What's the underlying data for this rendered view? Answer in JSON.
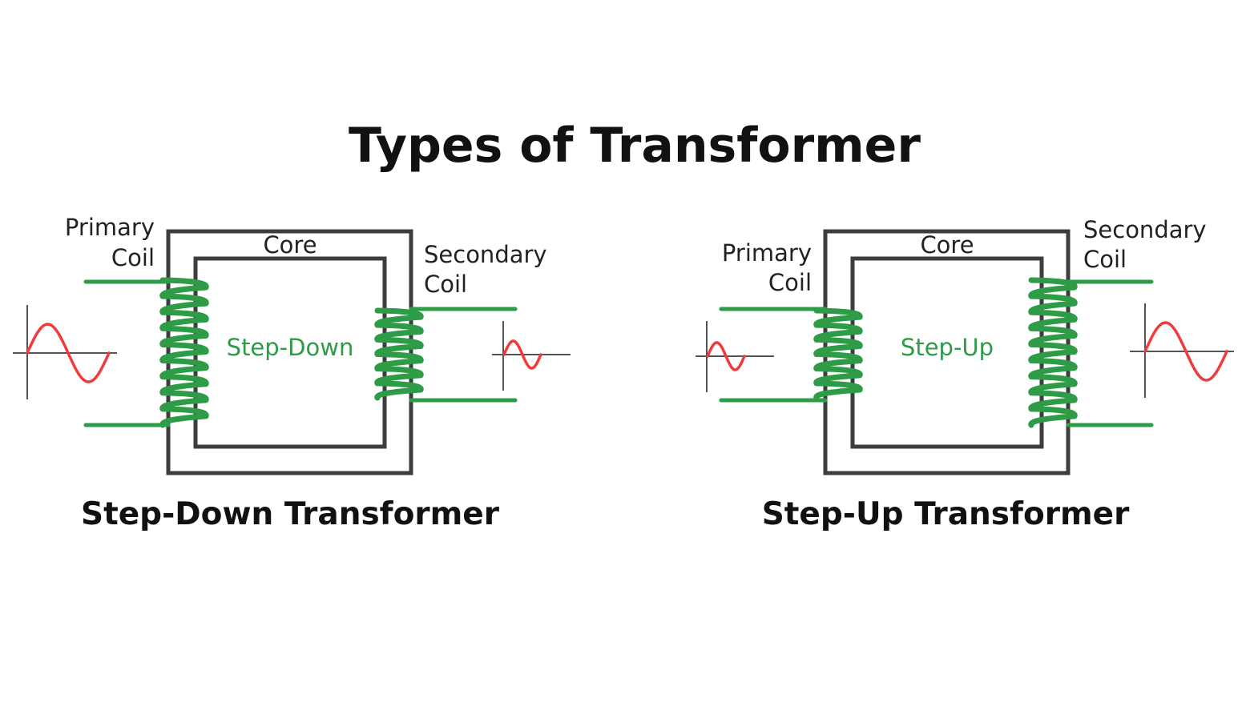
{
  "title": "Types of Transformer",
  "colors": {
    "coil": "#2e9b47",
    "core": "#3d3d3d",
    "wave": "#ef3b3b",
    "text": "#222222"
  },
  "step_down": {
    "primary_label": [
      "Primary",
      "Coil"
    ],
    "secondary_label": [
      "Secondary",
      "Coil"
    ],
    "core_label": "Core",
    "inner_label": "Step-Down",
    "caption": "Step-Down Transformer",
    "primary_turns": 9,
    "secondary_turns": 6,
    "input_wave": "sine-large-icon",
    "output_wave": "sine-small-icon"
  },
  "step_up": {
    "primary_label": [
      "Primary",
      "Coil"
    ],
    "secondary_label": [
      "Secondary",
      "Coil"
    ],
    "core_label": "Core",
    "inner_label": "Step-Up",
    "caption": "Step-Up Transformer",
    "primary_turns": 6,
    "secondary_turns": 9,
    "input_wave": "sine-small-icon",
    "output_wave": "sine-large-icon"
  }
}
